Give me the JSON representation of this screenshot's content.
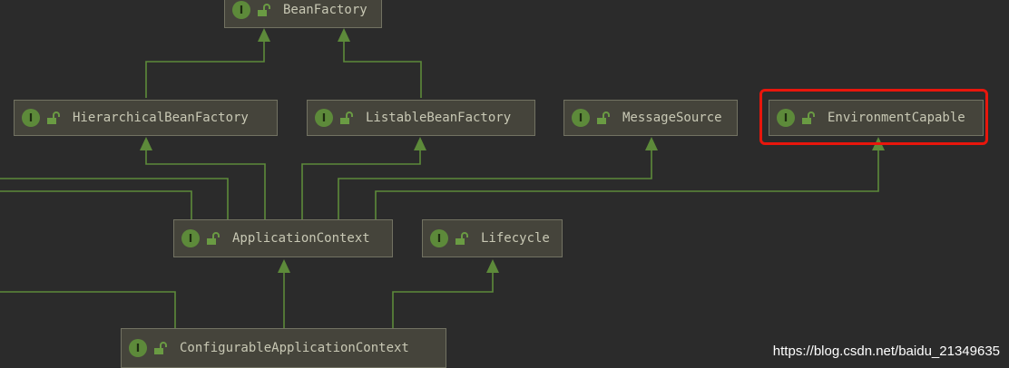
{
  "nodes": [
    {
      "id": "bean-factory",
      "label": "BeanFactory",
      "badge": "I"
    },
    {
      "id": "hierarchical-bean-factory",
      "label": "HierarchicalBeanFactory",
      "badge": "I"
    },
    {
      "id": "listable-bean-factory",
      "label": "ListableBeanFactory",
      "badge": "I"
    },
    {
      "id": "message-source",
      "label": "MessageSource",
      "badge": "I"
    },
    {
      "id": "environment-capable",
      "label": "EnvironmentCapable",
      "badge": "I",
      "highlighted": true
    },
    {
      "id": "application-context",
      "label": "ApplicationContext",
      "badge": "I"
    },
    {
      "id": "lifecycle",
      "label": "Lifecycle",
      "badge": "I"
    },
    {
      "id": "configurable-application-context",
      "label": "ConfigurableApplicationContext",
      "badge": "I"
    }
  ],
  "edges": [
    {
      "from": "hierarchical-bean-factory",
      "to": "bean-factory"
    },
    {
      "from": "listable-bean-factory",
      "to": "bean-factory"
    },
    {
      "from": "application-context",
      "to": "hierarchical-bean-factory"
    },
    {
      "from": "application-context",
      "to": "listable-bean-factory"
    },
    {
      "from": "application-context",
      "to": "message-source"
    },
    {
      "from": "application-context",
      "to": "environment-capable"
    },
    {
      "from": "configurable-application-context",
      "to": "application-context"
    },
    {
      "from": "configurable-application-context",
      "to": "lifecycle"
    }
  ],
  "colors": {
    "background": "#2b2b2b",
    "node_fill": "#45443b",
    "node_border": "#727262",
    "node_text": "#c8c8b4",
    "edge": "#5d8a3a",
    "badge": "#5d8a3a",
    "highlight": "#e8160c"
  },
  "icons": {
    "badge": "interface-badge-icon",
    "lock": "unlocked-padlock-icon"
  },
  "watermark": "https://blog.csdn.net/baidu_21349635"
}
